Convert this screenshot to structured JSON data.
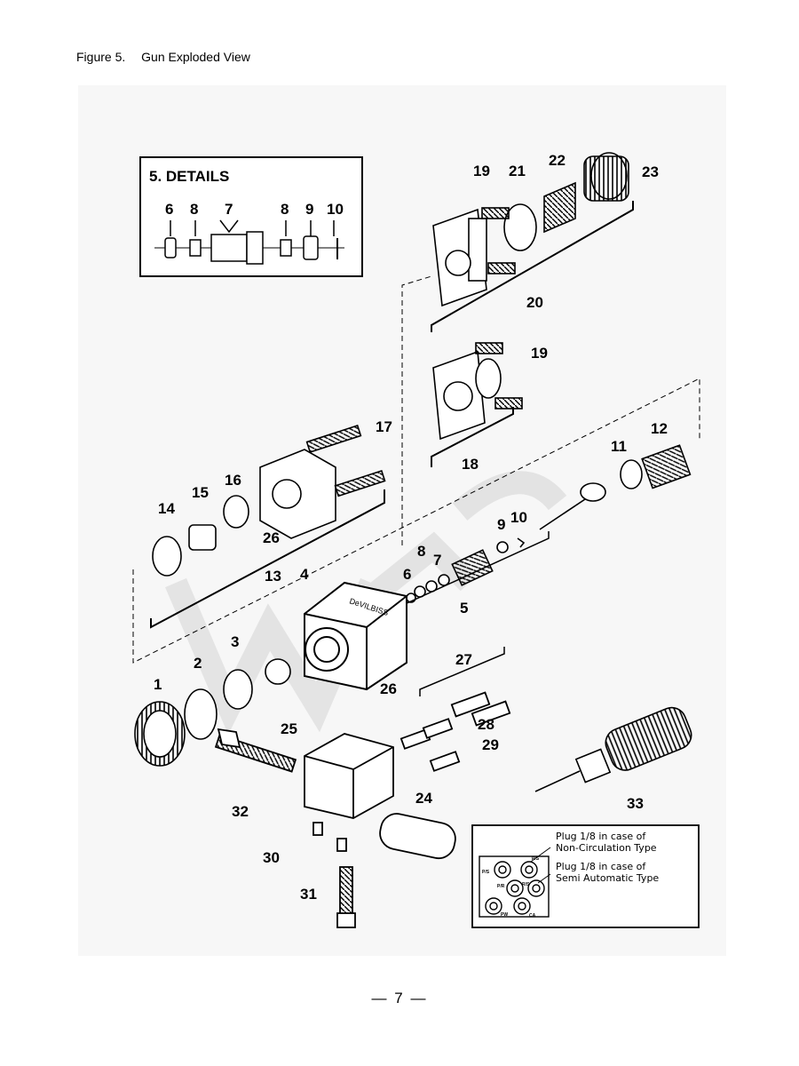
{
  "caption": {
    "figure": "Figure 5.",
    "title": "Gun Exploded View"
  },
  "details": {
    "title": "5. DETAILS",
    "items": [
      "6",
      "8",
      "7",
      "8",
      "9",
      "10"
    ]
  },
  "callouts": {
    "n1": "1",
    "n2": "2",
    "n3": "3",
    "n4": "4",
    "n5": "5",
    "n6": "6",
    "n7": "7",
    "n8": "8",
    "n9": "9",
    "n10": "10",
    "n11": "11",
    "n12": "12",
    "n13": "13",
    "n14": "14",
    "n15": "15",
    "n16": "16",
    "n17": "17",
    "n18": "18",
    "n19a": "19",
    "n19b": "19",
    "n20": "20",
    "n21": "21",
    "n22": "22",
    "n23": "23",
    "n24": "24",
    "n25": "25",
    "n26a": "26",
    "n26b": "26",
    "n27": "27",
    "n28": "28",
    "n29": "29",
    "n30": "30",
    "n31": "31",
    "n32": "32",
    "n33": "33"
  },
  "inset": {
    "note1_line1": "Plug 1/8 in case of",
    "note1_line2": "Non-Circulation Type",
    "note2_line1": "Plug 1/8 in case of",
    "note2_line2": "Semi Automatic Type",
    "port_labels": [
      "P/S",
      "P/S",
      "P/R",
      "R/S",
      "PW",
      "CA"
    ]
  },
  "block_label": "DeVILBISS",
  "page_number": "— 7 —"
}
